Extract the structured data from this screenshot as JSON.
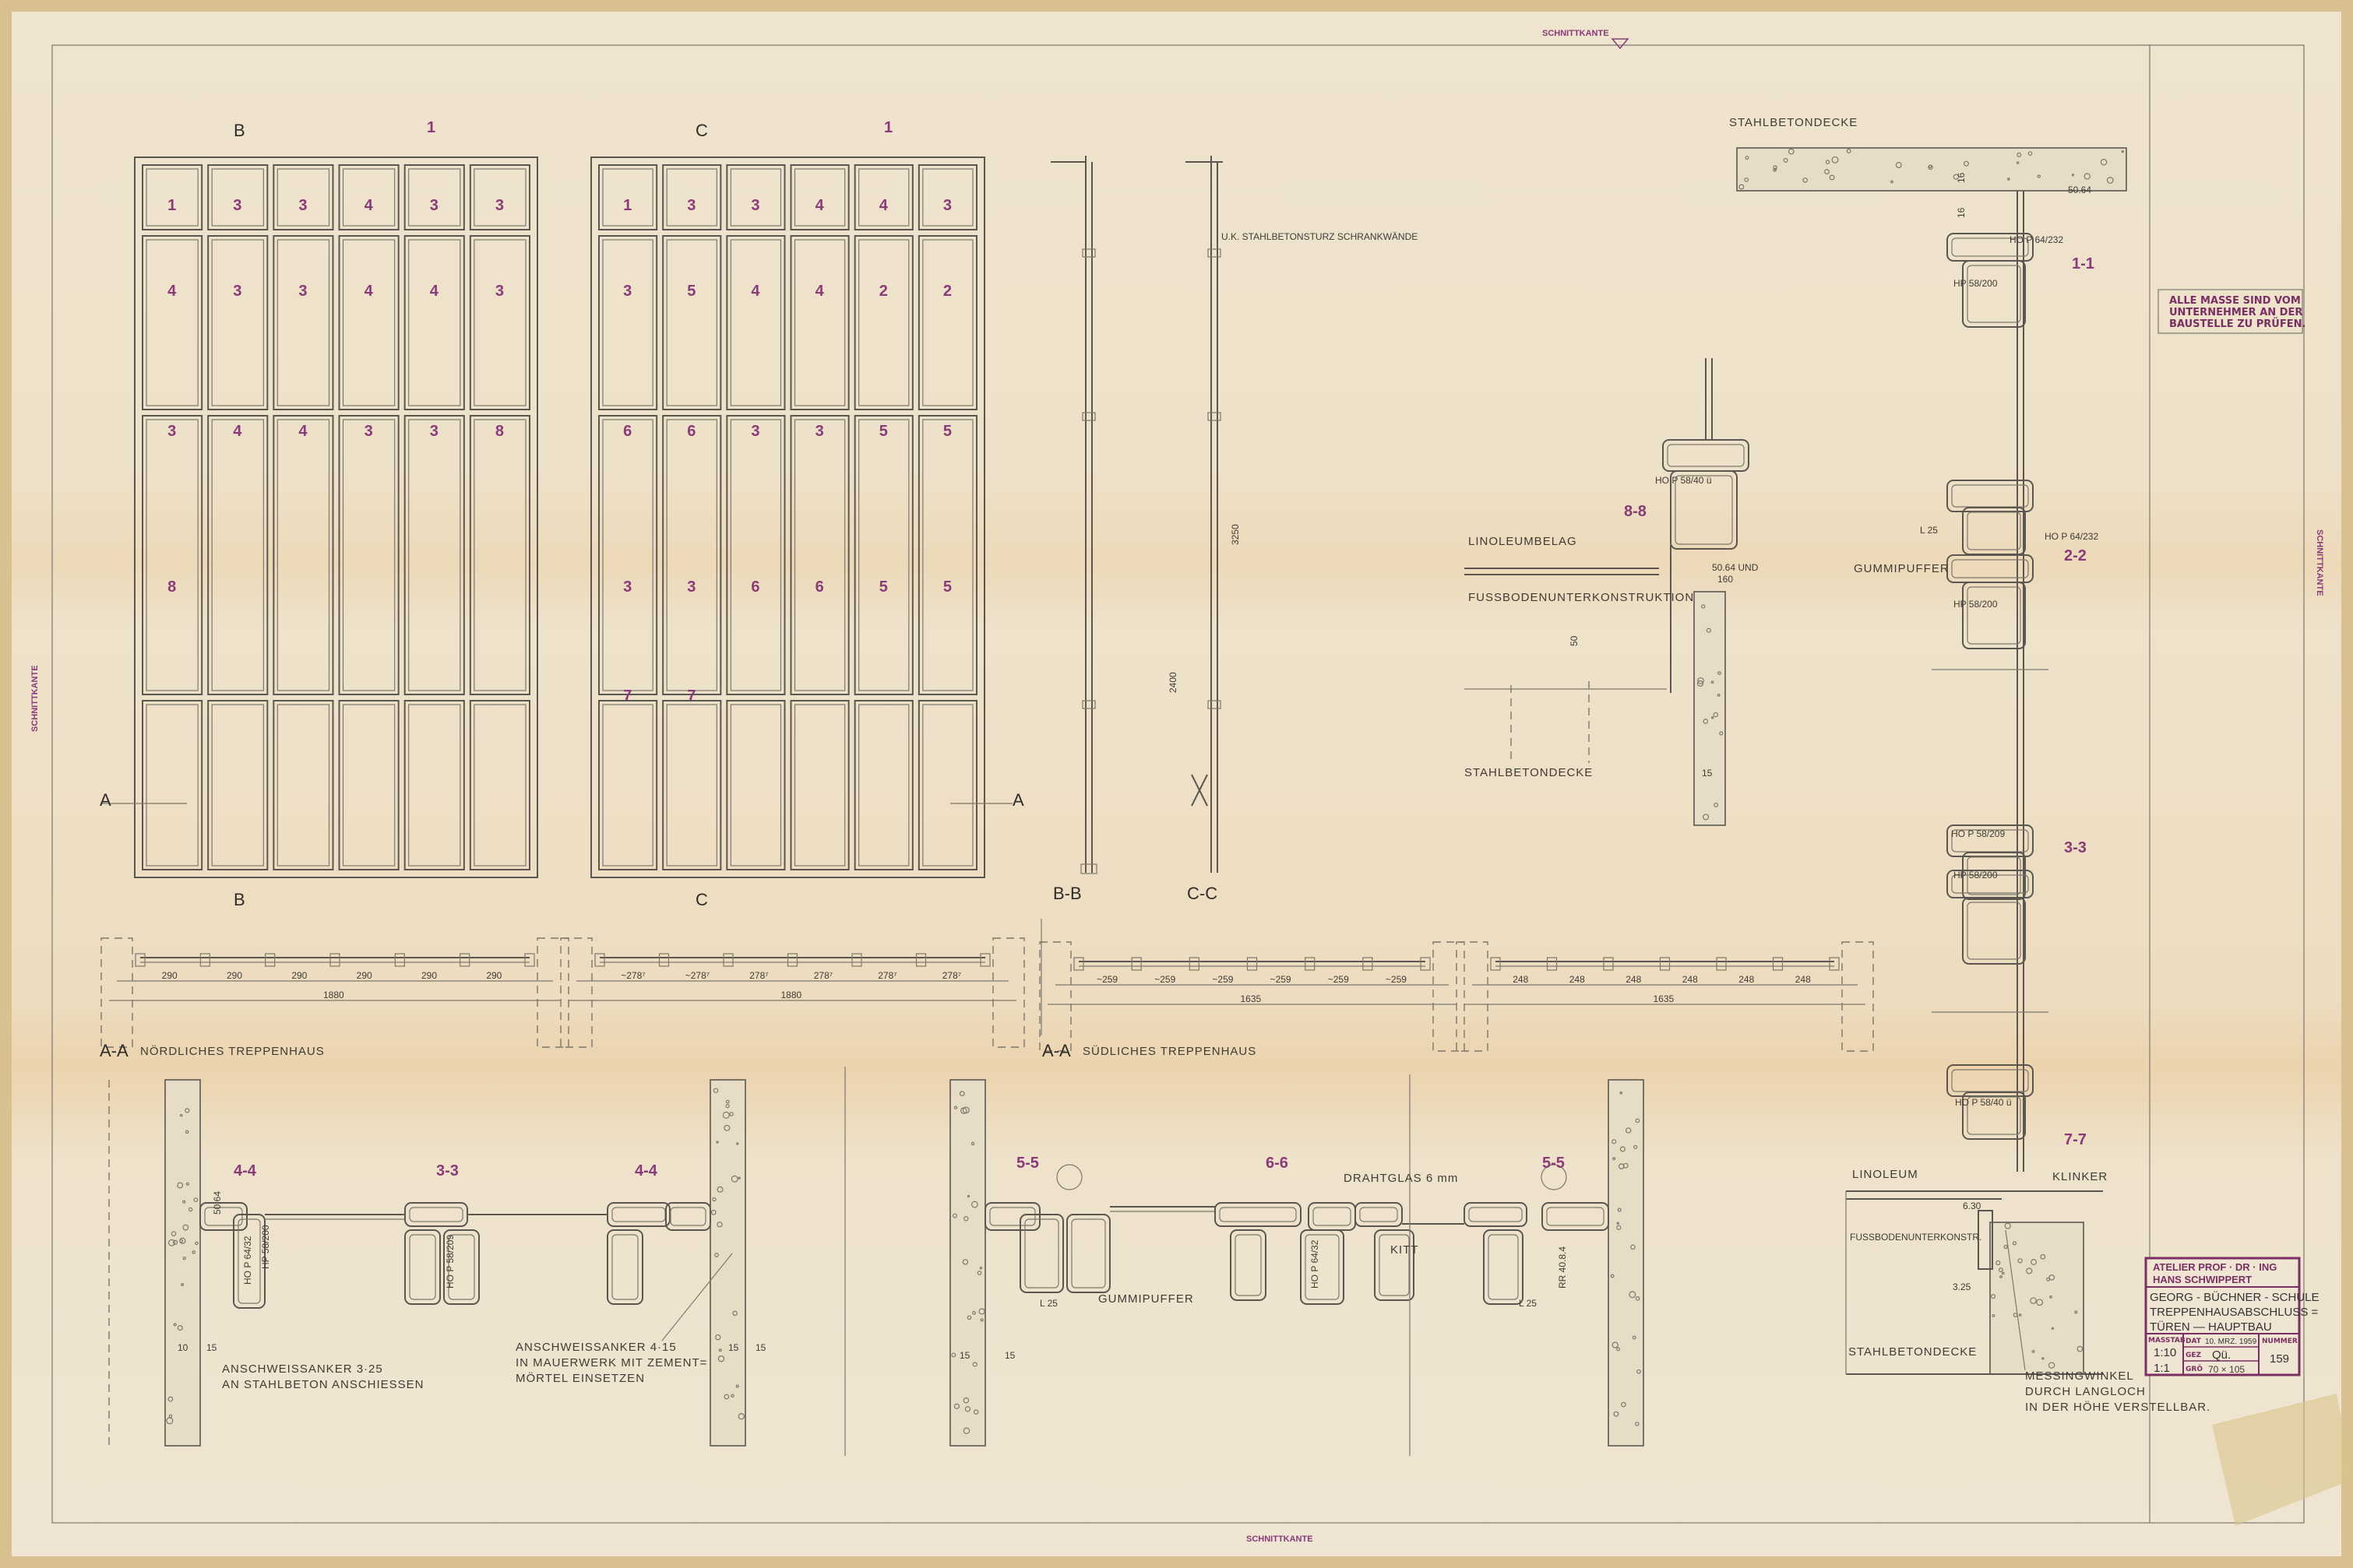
{
  "sheet": {
    "cut_edge_label": "SCHNITTKANTE",
    "colors": {
      "paper": "#efe4cf",
      "ink": "#5b5750",
      "stamp": "#7a2f62",
      "marker": "#8a3a78"
    }
  },
  "elevations": {
    "left": {
      "top_letter": "B",
      "bottom_letter": "B",
      "axis_top": "1",
      "side_letter": "A",
      "marks": [
        "1",
        "3",
        "3",
        "4",
        "3",
        "3",
        "4",
        "3",
        "3",
        "4",
        "4",
        "3",
        "3",
        "4",
        "4",
        "3",
        "3",
        "8",
        "8"
      ]
    },
    "right": {
      "top_letter": "C",
      "bottom_letter": "C",
      "axis_top": "1",
      "side_letter": "A",
      "marks": [
        "1",
        "3",
        "3",
        "4",
        "4",
        "3",
        "3",
        "5",
        "4",
        "4",
        "2",
        "2",
        "6",
        "6",
        "3",
        "3",
        "5",
        "5",
        "3",
        "3",
        "6",
        "6",
        "5",
        "5",
        "7",
        "7"
      ]
    }
  },
  "sections": {
    "bb_label": "B-B",
    "cc_label": "C-C",
    "lintel_note": "U.K. STAHLBETONSTURZ SCHRANKWÄNDE",
    "height_total": "3250",
    "height_door": "2400"
  },
  "plans": {
    "north": {
      "label": "A-A",
      "title": "NÖRDLICHES TREPPENHAUS",
      "row1": {
        "dims": [
          "290",
          "290",
          "290",
          "290",
          "290",
          "290"
        ],
        "total": "1880"
      },
      "row2": {
        "dims": [
          "~278⁷",
          "~278⁷",
          "278⁷",
          "278⁷",
          "278⁷",
          "278⁷"
        ],
        "total": "1880"
      }
    },
    "south": {
      "label": "A-A",
      "title": "SÜDLICHES TREPPENHAUS",
      "row1": {
        "dims": [
          "~259",
          "~259",
          "~259",
          "~259",
          "~259",
          "~259"
        ],
        "total": "1635"
      },
      "row2": {
        "dims": [
          "248",
          "248",
          "248",
          "248",
          "248",
          "248"
        ],
        "total": "1635"
      }
    }
  },
  "details_left": {
    "labels": [
      "4-4",
      "3-3",
      "4-4"
    ],
    "profiles": [
      "HO P 64/32",
      "HP 58/200",
      "HO P 58/209"
    ],
    "dim_5064": "50.64",
    "dims": [
      "10",
      "15",
      "15",
      "15"
    ],
    "anchor1": [
      "ANSCHWEISSANKER 3·25",
      "AN STAHLBETON ANSCHIESSEN"
    ],
    "anchor2": [
      "ANSCHWEISSANKER 4·15",
      "IN MAUERWERK MIT ZEMENT=",
      "MÖRTEL EINSETZEN"
    ]
  },
  "details_mid": {
    "labels": [
      "5-5",
      "6-6",
      "5-5"
    ],
    "glass": "DRAHTGLAS 6 mm",
    "putty": "KITT",
    "buffer": "GUMMIPUFFER",
    "angle1": "L 25",
    "angle2": "L 25",
    "profiles": [
      "HO P 64/32",
      "RR 40.8.4"
    ],
    "dims": [
      "15",
      "15"
    ]
  },
  "detail_88": {
    "label": "8-8",
    "profile": "HO P 58/40 ü",
    "linoleum": "LINOLEUMBELAG",
    "subfloor": "FUSSBODENUNTERKONSTRUKTION",
    "angle": [
      "50.64 UND",
      "160"
    ],
    "dim_50": "50",
    "slab": "STAHLBETONDECKE",
    "dim_15": "15"
  },
  "detail_vertical": {
    "slab_top": "STAHLBETONDECKE",
    "angle": "50.64",
    "dims": [
      "16",
      "16"
    ],
    "p1": "HO P 64/232",
    "p2": "HP 58/200",
    "label1": "1-1",
    "angle_l": "L 25",
    "buffer": "GUMMIPUFFER",
    "p3": "HO P 64/232",
    "label2": "2-2",
    "p4": "HP 58/200",
    "p5": "HO P 58/209",
    "p6": "HP 58/200",
    "label3": "3-3",
    "p7": "HO P 58/40 ü",
    "label7": "7-7",
    "linoleum": "LINOLEUM",
    "clinker": "KLINKER",
    "d630": "6.30",
    "subfloor": "FUSSBODENUNTERKONSTR.",
    "d325": "3.25",
    "slab_bottom": "STAHLBETONDECKE",
    "brass": [
      "MESSINGWINKEL",
      "DURCH LANGLOCH",
      "IN DER HÖHE VERSTELLBAR."
    ]
  },
  "note": [
    "ALLE MASSE SIND VOM",
    "UNTERNEHMER AN DER",
    "BAUSTELLE ZU PRÜFEN."
  ],
  "title_block": {
    "office": [
      "ATELIER PROF · DR · ING",
      "HANS SCHWIPPERT"
    ],
    "project": [
      "GEORG - BÜCHNER - SCHULE",
      "TREPPENHAUSABSCHLUSS =",
      "TÜREN   — HAUPTBAU"
    ],
    "scale_label": "MASSTAB",
    "scales": [
      "1:10",
      "1:1"
    ],
    "date_label": "DAT",
    "date": "10. MRZ. 1959",
    "drawn_label": "GEZ",
    "drawn": "Qü.",
    "size_label": "GRÖ",
    "size": "70 × 105",
    "number_label": "NUMMER",
    "number": "159"
  }
}
